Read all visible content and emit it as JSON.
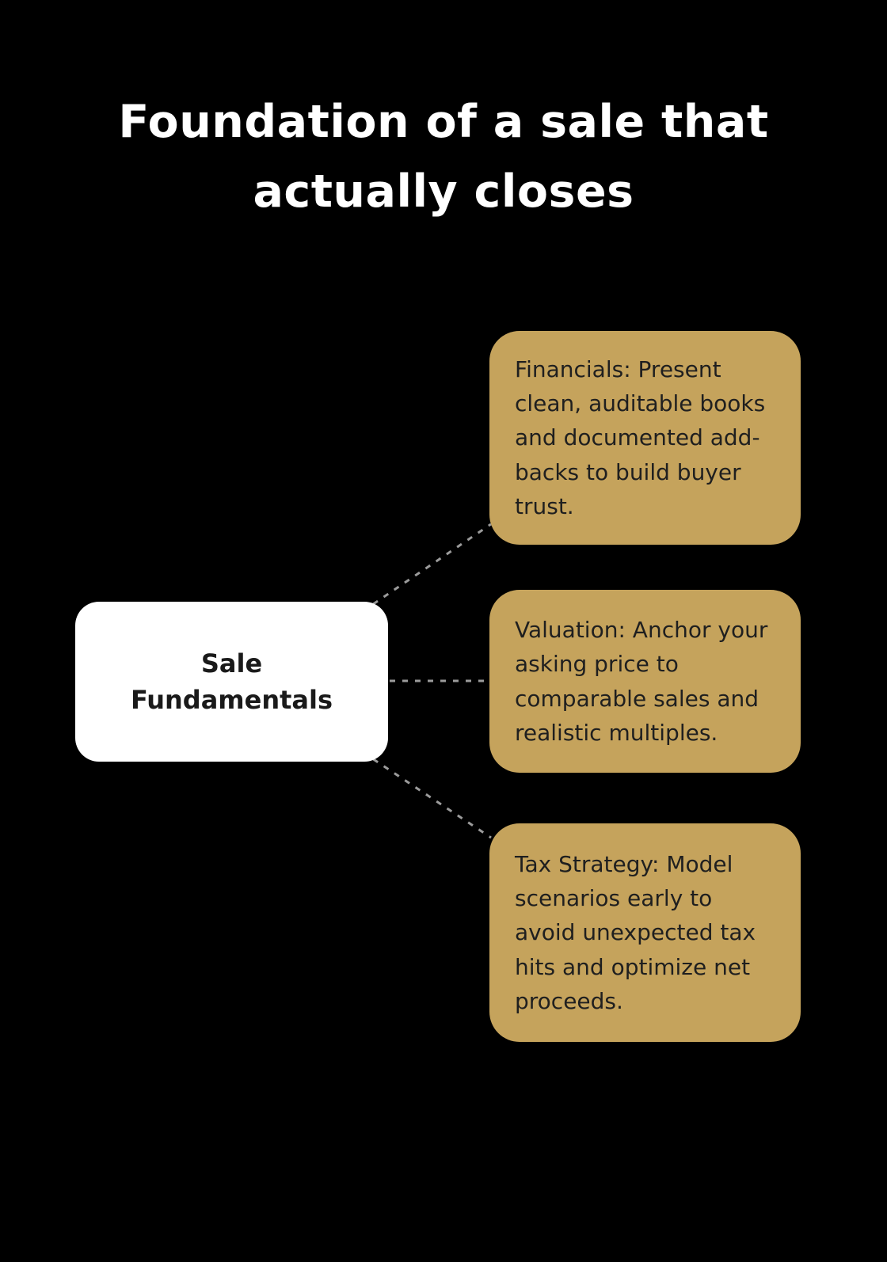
{
  "title": "Foundation of a sale that actually closes",
  "diagram": {
    "root": {
      "label": "Sale Fundamentals"
    },
    "nodes": [
      {
        "label": "Financials: Present clean, auditable books and documented add-backs to build buyer trust."
      },
      {
        "label": "Valuation: Anchor your asking price to comparable sales and realistic multiples."
      },
      {
        "label": "Tax Strategy: Model scenarios early to avoid unexpected tax hits and optimize net proceeds."
      }
    ]
  },
  "colors": {
    "background": "#000000",
    "root_node_bg": "#ffffff",
    "root_node_text": "#1a1a1a",
    "branch_node_bg": "#c5a35c",
    "branch_node_text": "#1f1f1f",
    "title_text": "#ffffff",
    "connector": "#9b9b9b"
  }
}
